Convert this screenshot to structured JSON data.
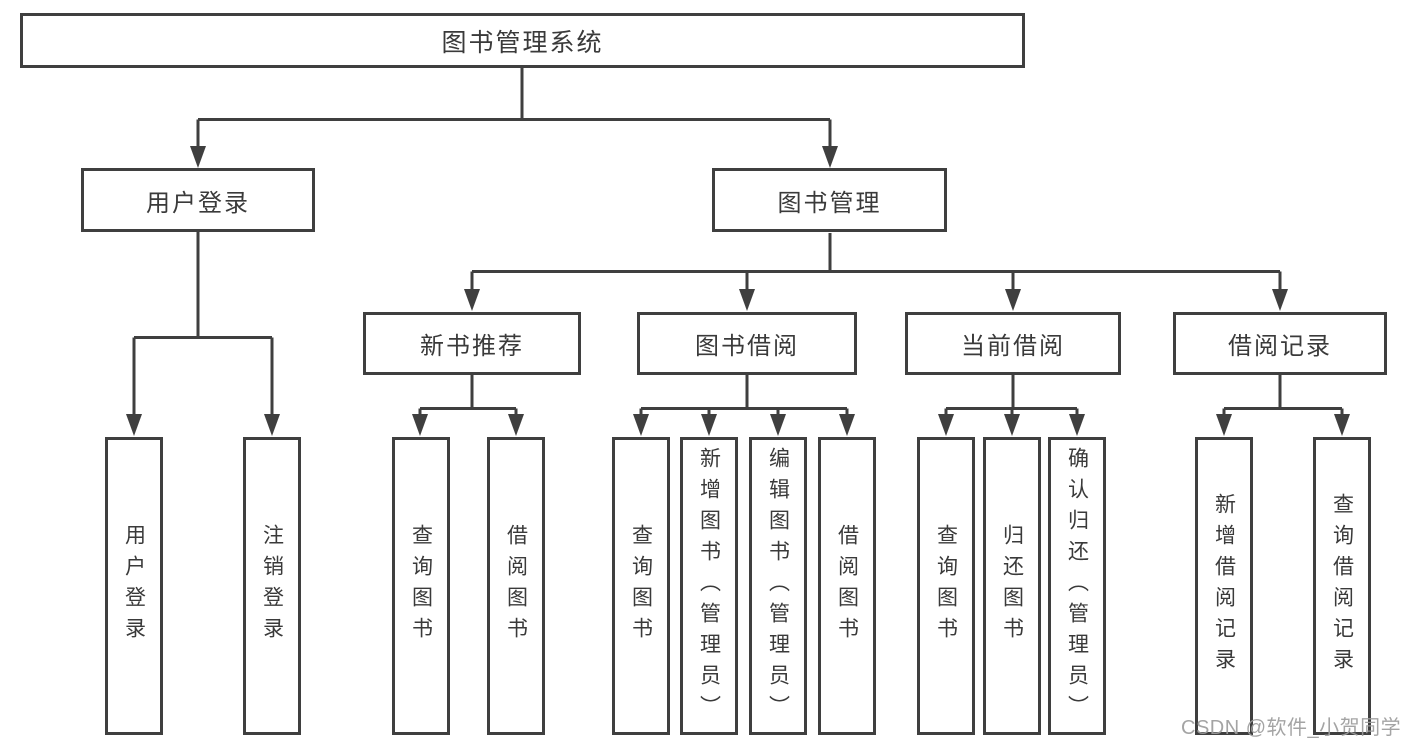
{
  "diagram": {
    "root": {
      "label": "图书管理系统"
    },
    "branches": [
      {
        "label": "用户登录",
        "children": [
          {
            "label": "用户登录"
          },
          {
            "label": "注销登录"
          }
        ]
      },
      {
        "label": "图书管理",
        "children": [
          {
            "label": "新书推荐",
            "children": [
              {
                "label": "查询图书"
              },
              {
                "label": "借阅图书"
              }
            ]
          },
          {
            "label": "图书借阅",
            "children": [
              {
                "label": "查询图书"
              },
              {
                "label": "新增图书（管理员）"
              },
              {
                "label": "编辑图书（管理员）"
              },
              {
                "label": "借阅图书"
              }
            ]
          },
          {
            "label": "当前借阅",
            "children": [
              {
                "label": "查询图书"
              },
              {
                "label": "归还图书"
              },
              {
                "label": "确认归还（管理员）"
              }
            ]
          },
          {
            "label": "借阅记录",
            "children": [
              {
                "label": "新增借阅记录"
              },
              {
                "label": "查询借阅记录"
              }
            ]
          }
        ]
      }
    ]
  },
  "watermark": {
    "text": "CSDN @软件_小贺同学"
  },
  "colors": {
    "line": "#3f3f3f",
    "text": "#3a3a3a",
    "box_fill": "#ffffff",
    "background": "#ffffff",
    "watermark": "#9d9d9d"
  }
}
